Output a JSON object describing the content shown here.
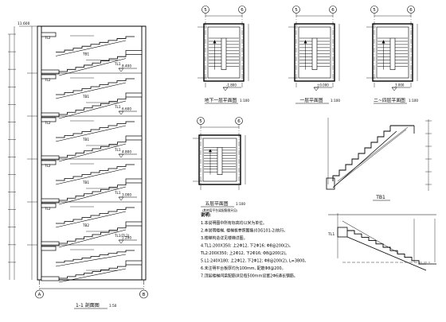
{
  "drawing": {
    "section": {
      "title": "1-1 剖面图",
      "scale": "1:50",
      "axis_left": "A",
      "axis_right": "B",
      "top_elevation": "11.600",
      "floor_elevations": [
        "8.400",
        "6.600",
        "4.800",
        "3.000",
        "1.200"
      ],
      "beam_tags": [
        "TL2",
        "TB1",
        "TL1",
        "TL2",
        "TB1",
        "TL1",
        "TL2",
        "TB1",
        "TL1",
        "TL2",
        "TB1",
        "TL1",
        "TL2",
        "TB2",
        "TL1(TL2)"
      ]
    },
    "plans": [
      {
        "title": "地下一层平面图",
        "scale": "1:100",
        "axis_left": "5",
        "axis_right": "6",
        "elevation": "-1.800"
      },
      {
        "title": "一层平面图",
        "scale": "1:100",
        "axis_left": "5",
        "axis_right": "6",
        "elevation": "±0.000"
      },
      {
        "title": "二~四层平面图",
        "scale": "1:100",
        "axis_left": "5",
        "axis_right": "6",
        "elevation": "3.000"
      },
      {
        "title": "五层平面图",
        "scale": "1:100",
        "axis_left": "5",
        "axis_right": "6",
        "subnote": "(其他层平台梁配筋图另见)"
      }
    ],
    "detail_tb1": {
      "title": "TB1"
    },
    "detail_tb2": {
      "tag": "TL1"
    },
    "notes": {
      "heading": "说明:",
      "lines": [
        "1.本说明图中所有标高均以米为单位。",
        "2.本说明楼梯, 楼梯板参照图集(03G101-2)执行。",
        "3.楼梯构造详见楼梯详图。",
        "4.TL1:200X350; 上2Φ12, 下2Φ16; Φ8@200(2)。",
        "  TL2:200X350; 上2Φ12, 下2Φ16; Φ8@200(2)。",
        "5.L1:240X180; 上2Φ12, 下2Φ12; Φ8@200(2), L=3800。",
        "6.未注明平台板厚均为100mm, 配筋Φ8@200。",
        "7.顶层楼梯间梁配筋详见每500mm设置2Φ6通长钢筋。"
      ]
    }
  }
}
